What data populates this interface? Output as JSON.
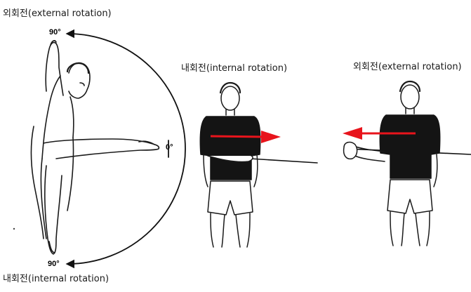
{
  "labels": {
    "left_top": "외회전(external rotation)",
    "left_bottom": "내회전(internal rotation)",
    "middle": "내회전(internal rotation)",
    "right": "외회전(external rotation)"
  },
  "angles": {
    "top": "90°",
    "middle": "0°",
    "bottom": "90°"
  },
  "colors": {
    "arrow": "#e8141c",
    "shirt": "#141414",
    "outline": "#1a1a1a"
  }
}
